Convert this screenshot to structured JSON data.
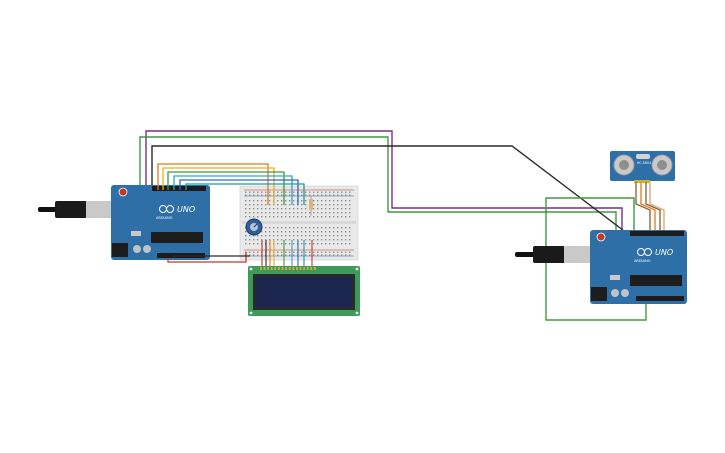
{
  "colors": {
    "board": "#2f6fa8",
    "board_dark": "#1f4f7d",
    "breadboard": "#e9e9e9",
    "lcd_pcb": "#3d9a5a",
    "lcd_screen": "#1c2750",
    "wire_purple": "#7b2f86",
    "wire_green": "#3e9a3e",
    "wire_black": "#2a2a2a",
    "wire_yellow": "#e0b020",
    "wire_orange": "#e07a1a",
    "wire_cyan": "#2aa6c8",
    "wire_red": "#c0392b",
    "wire_brown": "#8a5a2b"
  },
  "left_arduino": {
    "logo": "UNO",
    "brand": "ARDUINO"
  },
  "right_arduino": {
    "logo": "UNO",
    "brand": "ARDUINO"
  },
  "sensor": {
    "label": "HC-SR04"
  }
}
